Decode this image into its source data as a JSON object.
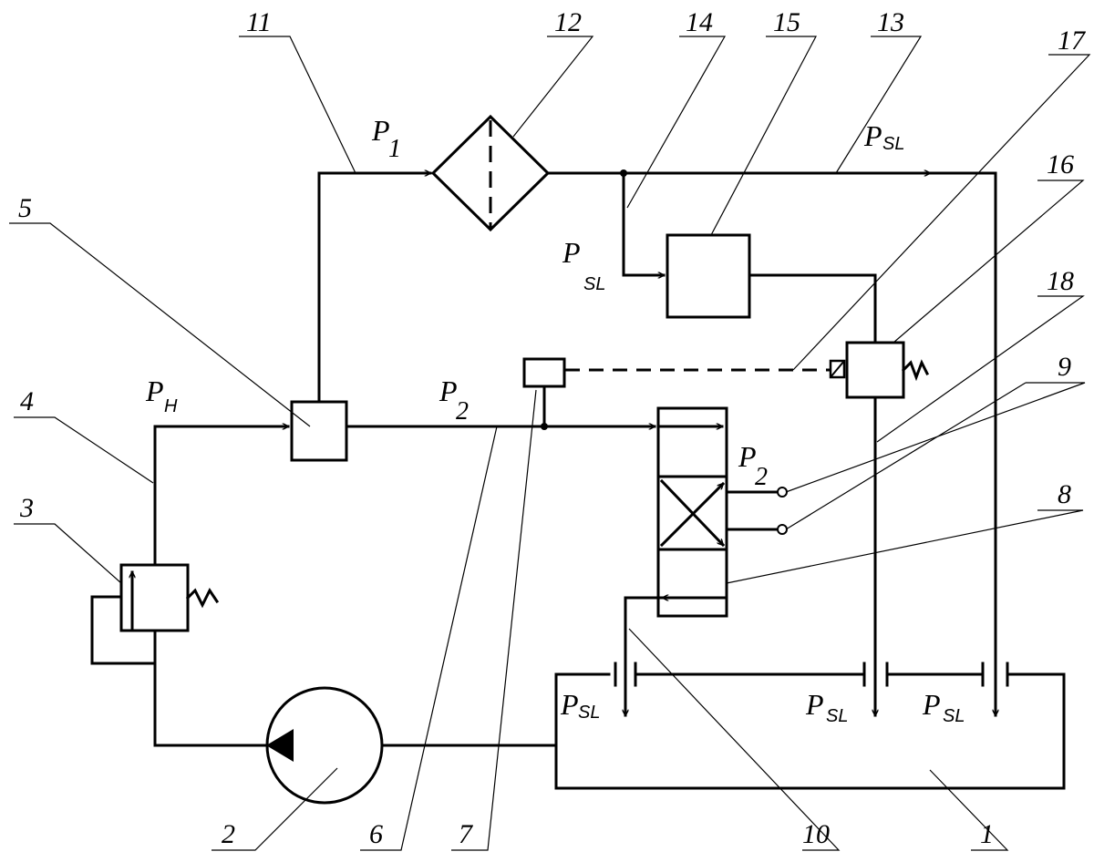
{
  "part_numbers": [
    "1",
    "2",
    "3",
    "4",
    "5",
    "6",
    "7",
    "8",
    "9",
    "10",
    "11",
    "12",
    "13",
    "14",
    "15",
    "16",
    "17",
    "18"
  ],
  "pressure_labels": {
    "p1": {
      "base": "P",
      "sub": "1"
    },
    "p2": {
      "base": "P",
      "sub": "2"
    },
    "ph": {
      "base": "P",
      "sub": "H"
    },
    "psl": {
      "base": "P",
      "sub": "SL"
    }
  },
  "line_color": "#000000",
  "background_color": "#ffffff"
}
